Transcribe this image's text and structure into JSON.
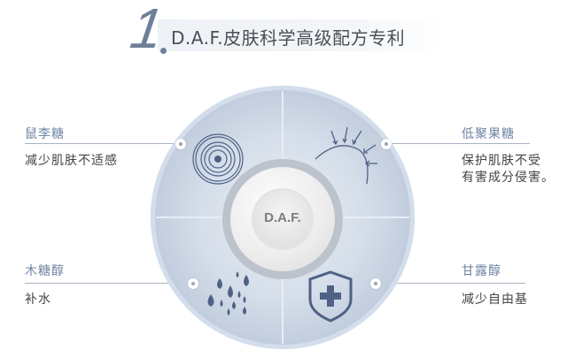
{
  "header": {
    "number": "1",
    "title": "D.A.F.皮肤科学高级配方专利"
  },
  "hub": {
    "label": "D.A.F."
  },
  "ingredients": [
    {
      "name": "鼠李糖",
      "benefit_lines": [
        "减少肌肤不适感"
      ],
      "icon": "concentric-rings-icon",
      "position": "top-left"
    },
    {
      "name": "低聚果糖",
      "benefit_lines": [
        "保护肌肤不受",
        "有害成分侵害。"
      ],
      "icon": "shield-arc-arrows-icon",
      "position": "top-right"
    },
    {
      "name": "木糖醇",
      "benefit_lines": [
        "补水"
      ],
      "icon": "water-drops-icon",
      "position": "bottom-left"
    },
    {
      "name": "甘露醇",
      "benefit_lines": [
        "减少自由基"
      ],
      "icon": "shield-plus-icon",
      "position": "bottom-right"
    }
  ],
  "colors": {
    "accent": "#6e84a3",
    "icon": "#4f6285",
    "text": "#444444"
  }
}
